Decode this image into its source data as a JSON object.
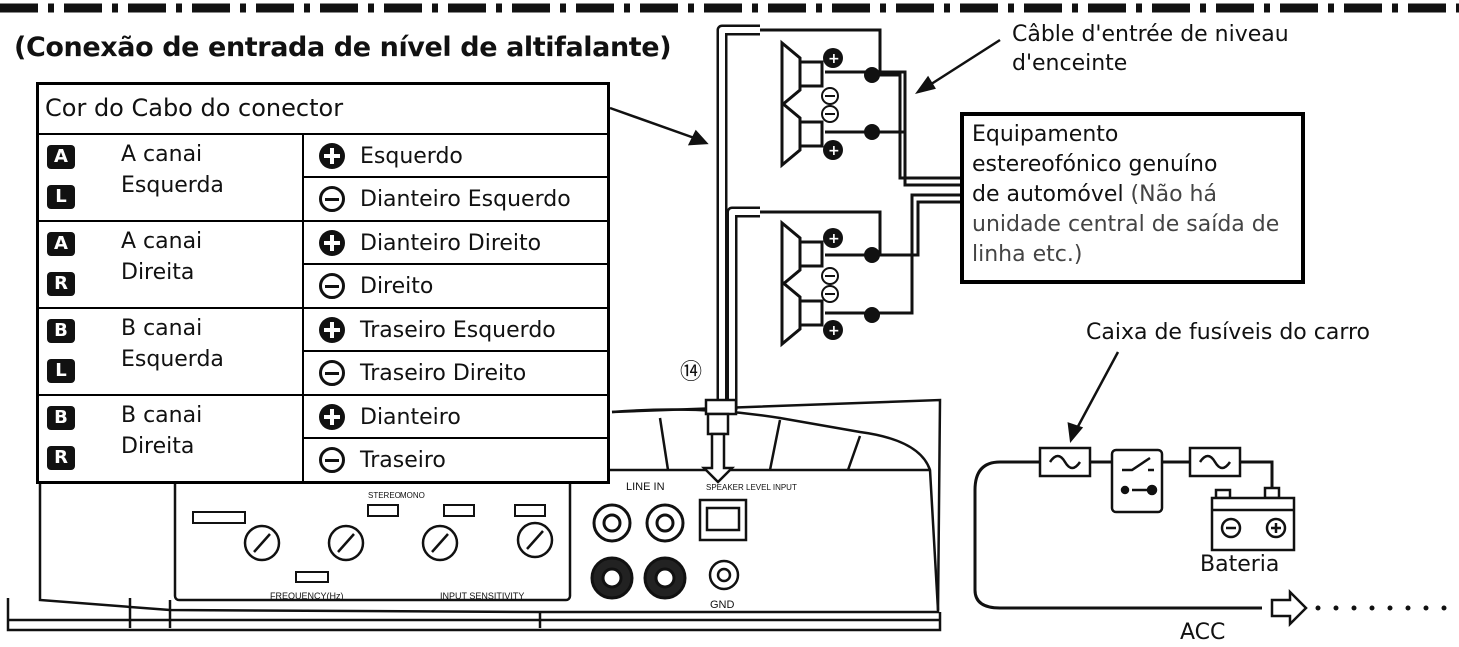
{
  "title": "(Conexão de entrada de nível de altifalante)",
  "table": {
    "header": "Cor do Cabo do conector",
    "groups": [
      {
        "badges": [
          "A",
          "L"
        ],
        "channel_line1": "A canai",
        "channel_line2": "Esquerda",
        "rows": [
          {
            "sign": "plus",
            "label": "Esquerdo"
          },
          {
            "sign": "minus",
            "label": "Dianteiro Esquerdo"
          }
        ]
      },
      {
        "badges": [
          "A",
          "R"
        ],
        "channel_line1": "A canai",
        "channel_line2": "Direita",
        "rows": [
          {
            "sign": "plus",
            "label": "Dianteiro Direito"
          },
          {
            "sign": "minus",
            "label": "Direito"
          }
        ]
      },
      {
        "badges": [
          "B",
          "L"
        ],
        "channel_line1": "B canai",
        "channel_line2": "Esquerda",
        "rows": [
          {
            "sign": "plus",
            "label": "Traseiro Esquerdo"
          },
          {
            "sign": "minus",
            "label": "Traseiro Direito"
          }
        ]
      },
      {
        "badges": [
          "B",
          "R"
        ],
        "channel_line1": "B canai",
        "channel_line2": "Direita",
        "rows": [
          {
            "sign": "plus",
            "label": "Dianteiro"
          },
          {
            "sign": "minus",
            "label": "Traseiro"
          }
        ]
      }
    ]
  },
  "cable_label": {
    "line1": "Câble d'entrée de niveau",
    "line2": "d'enceinte"
  },
  "equipment": {
    "bold_line1": "Equipamento",
    "bold_line2": "estereofónico genuíno",
    "bold_line3": "de automóvel",
    "normal_line3": " (Não há",
    "line4": "unidade central de saída de",
    "line5": "linha etc.)"
  },
  "connector_number": "⑭",
  "fuse_box_label": "Caixa de fusíveis do carro",
  "battery_label": "Bateria",
  "acc_label": "ACC",
  "amp_labels": {
    "line_in": "LINE IN",
    "speaker_input": "SPEAKER LEVEL INPUT",
    "gnd": "GND",
    "input_sensitivity": "INPUT SENSITIVITY",
    "crossover_frequency": "FREQUENCY(Hz)",
    "stereo": "STEREO",
    "mono": "MONO"
  }
}
